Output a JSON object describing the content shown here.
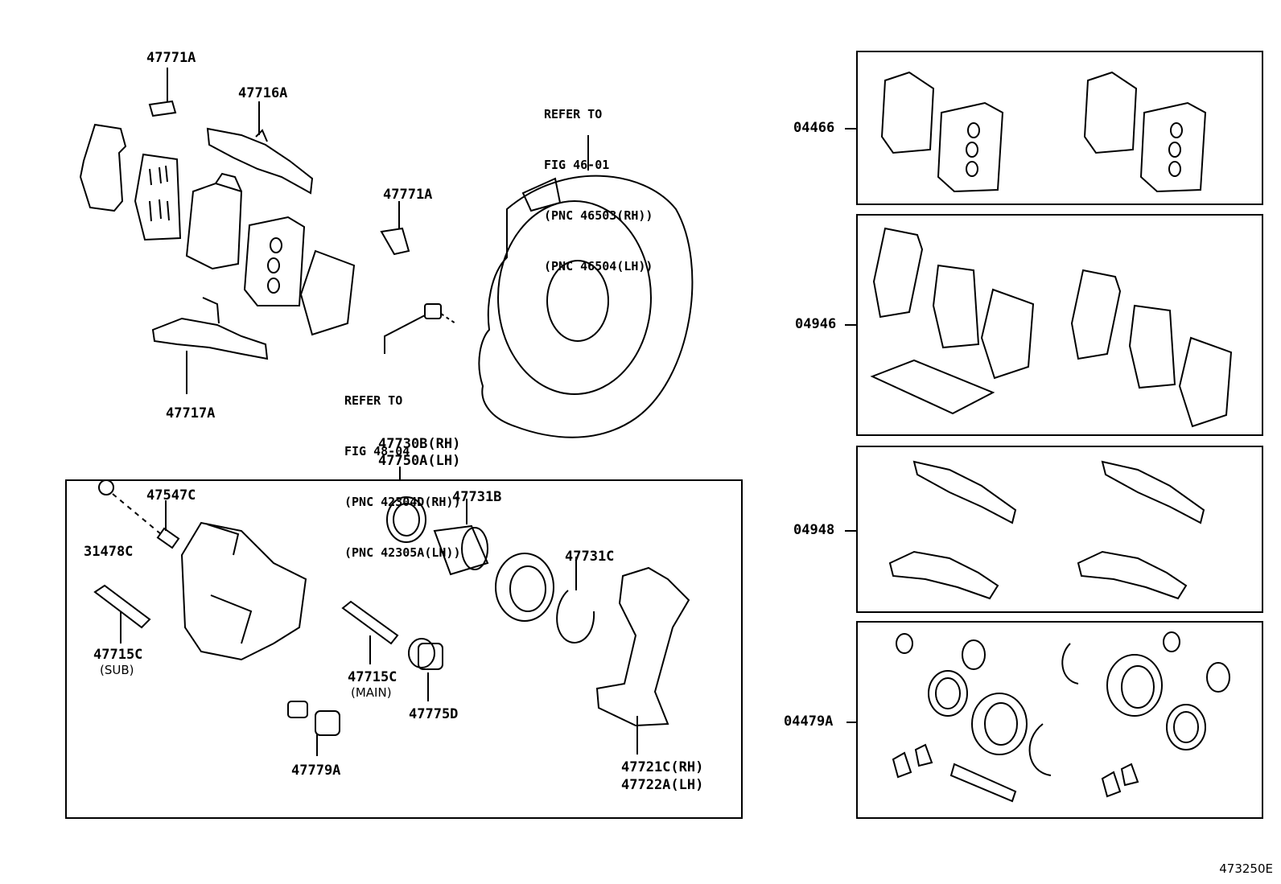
{
  "figure_number": "473250E",
  "part_labels": {
    "p47771A_top": "47771A",
    "p47716A": "47716A",
    "p47717A": "47717A",
    "p47771A_mid": "47771A",
    "p47547C": "47547C",
    "p31478C": "31478C",
    "p47731B": "47731B",
    "p47731C": "47731C",
    "p47715C_sub": "47715C",
    "p47715C_sub_note": "(SUB)",
    "p47715C_main": "47715C",
    "p47715C_main_note": "(MAIN)",
    "p47775D": "47775D",
    "p47779A": "47779A",
    "p47721C": "47721C(RH)",
    "p47722A": "47722A(LH)",
    "p47730B": "47730B(RH)",
    "p47750A": "47750A(LH)"
  },
  "refer_backing_plate": [
    "REFER TO",
    "FIG 46-01",
    "(PNC 46503(RH))",
    "(PNC 46504(LH))"
  ],
  "refer_bleeder": [
    "REFER TO",
    "FIG 48-04",
    "(PNC 42304D(RH))",
    "(PNC 42305A(LH))"
  ],
  "kits": [
    {
      "code": "04466"
    },
    {
      "code": "04946"
    },
    {
      "code": "04948"
    },
    {
      "code": "04479A"
    }
  ]
}
